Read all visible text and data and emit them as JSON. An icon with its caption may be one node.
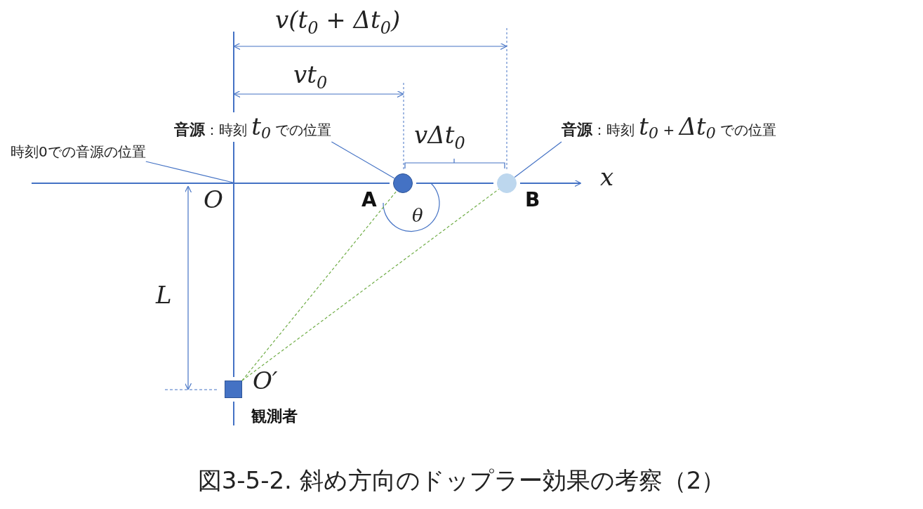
{
  "diagram": {
    "caption": "図3-5-2. 斜め方向のドップラー効果の考察（2）",
    "nodes": [
      {
        "text": [
          "時刻0での音源の位置"
        ]
      },
      {
        "text": [
          "**音源**：時刻 t$_{0}$ での位置"
        ]
      },
      {
        "text": [
          "**音源**：時刻 t$_{0}$ + Δt$_{0}$ での位置"
        ]
      },
      {
        "text": [],
        "shape": "circle",
        "beside": [
          "A"
        ]
      },
      {
        "text": [],
        "shape": "circle",
        "beside": [
          "B"
        ]
      },
      {
        "text": [],
        "shape": "box",
        "beside": [
          "O′",
          "観測者"
        ]
      }
    ],
    "edges": [
      {
        "from": 0,
        "to": null,
        "arrow": "none"
      },
      {
        "from": 1,
        "to": 3,
        "arrow": "none"
      },
      {
        "from": 2,
        "to": 4,
        "arrow": "none"
      },
      {
        "from": 5,
        "to": 3,
        "arrow": "none",
        "style": "dashed",
        "color": "#70ad47"
      },
      {
        "from": 5,
        "to": 4,
        "arrow": "none",
        "style": "dashed",
        "color": "#70ad47"
      }
    ],
    "labels": [
      "v(t$_{0}$ + Δt$_{0}$)",
      "vt$_{0}$",
      "vΔt$_{0}$",
      "x",
      "O",
      "θ",
      "L"
    ]
  }
}
